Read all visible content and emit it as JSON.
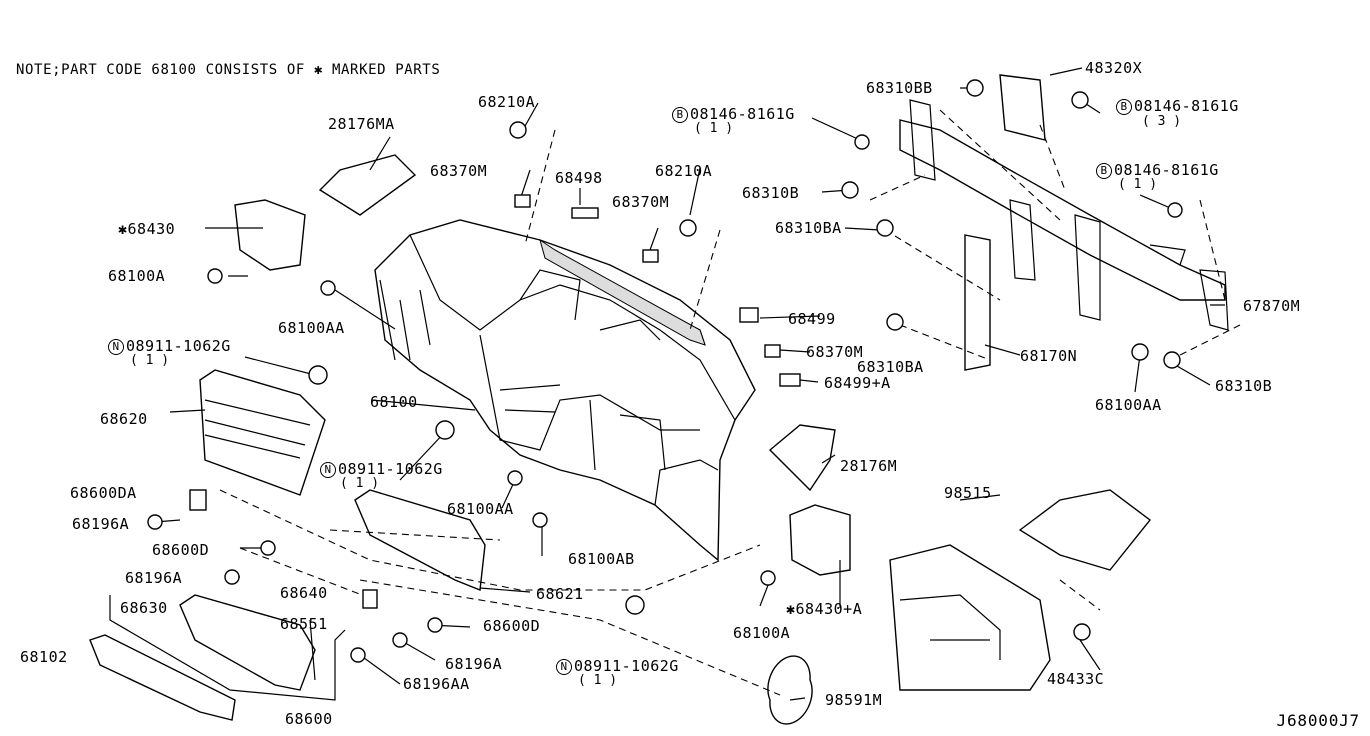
{
  "note": "NOTE;PART CODE 68100 CONSISTS OF ✱ MARKED PARTS",
  "diagram_code": "J68000J7",
  "labels": {
    "p28176MA": "28176MA",
    "p68430": "✱68430",
    "p68100A_top": "68100A",
    "p68210A_1": "68210A",
    "p68370M_1": "68370M",
    "p68498": "68498",
    "p68210A_2": "68210A",
    "p68370M_2": "68370M",
    "p68100AA_1": "68100AA",
    "n08911_1": "08911-1062G",
    "n08911_1_qty": "( 1 )",
    "p68620": "68620",
    "p68100": "68100",
    "n08911_2": "08911-1062G",
    "n08911_2_qty": "( 1 )",
    "p68600DA": "68600DA",
    "p68196A_1": "68196A",
    "p68100AA_2": "68100AA",
    "p68600D_1": "68600D",
    "p68100AB": "68100AB",
    "p68196A_2": "68196A",
    "p68640": "68640",
    "p68621": "68621",
    "p68630": "68630",
    "p68551": "68551",
    "p68600D_2": "68600D",
    "p68102": "68102",
    "p68196A_3": "68196A",
    "p68196AA": "68196AA",
    "p68600": "68600",
    "n08911_3": "08911-1062G",
    "n08911_3_qty": "( 1 )",
    "p98591M": "98591M",
    "b08146_1": "08146-8161G",
    "b08146_1_qty": "( 1 )",
    "p68310BB": "68310BB",
    "p48320X": "48320X",
    "b08146_2": "08146-8161G",
    "b08146_2_qty": "( 3 )",
    "b08146_3": "08146-8161G",
    "b08146_3_qty": "( 1 )",
    "p68310B_1": "68310B",
    "p68310BA_1": "68310BA",
    "p68499": "68499",
    "p68370M_3": "68370M",
    "p68310BA_2": "68310BA",
    "p68499A": "68499+A",
    "p68170N": "68170N",
    "p67870M": "67870M",
    "p68100AA_3": "68100AA",
    "p68310B_2": "68310B",
    "p28176M": "28176M",
    "p98515": "98515",
    "p68430A": "✱68430+A",
    "p68100A_bot": "68100A",
    "p48433C": "48433C"
  },
  "prefix_symbols": {
    "n": "N",
    "b": "B"
  }
}
